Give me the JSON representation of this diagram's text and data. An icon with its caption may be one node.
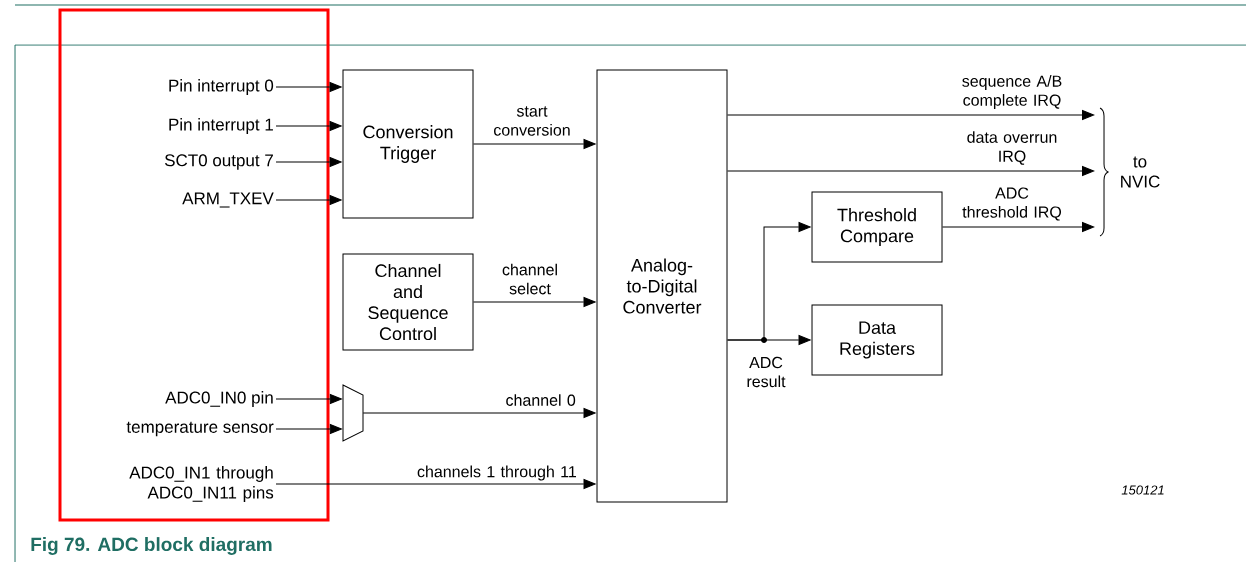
{
  "diagram": {
    "caption": "Fig 79. ADC block diagram",
    "nodes": [
      {
        "text": [
          "Pin interrupt 0"
        ]
      },
      {
        "text": [
          "Pin interrupt 1"
        ]
      },
      {
        "text": [
          "SCT0 output 7"
        ]
      },
      {
        "text": [
          "ARM_TXEV"
        ]
      },
      {
        "text": [
          "Conversion Trigger"
        ]
      },
      {
        "text": [
          "Channel and Sequence Control"
        ]
      },
      {
        "text": [
          "ADC0_IN0 pin"
        ]
      },
      {
        "text": [
          "temperature sensor"
        ]
      },
      {
        "text": [],
        "shape": "trapezoid"
      },
      {
        "text": [
          "ADC0_IN1 through ADC0_IN11 pins"
        ]
      },
      {
        "text": [
          "Analog-to-Digital Converter"
        ]
      },
      {
        "text": [
          "Threshold Compare"
        ]
      },
      {
        "text": [
          "Data Registers"
        ]
      }
    ],
    "edges": [
      {
        "from": 0,
        "to": 4,
        "arrow": "to"
      },
      {
        "from": 1,
        "to": 4,
        "arrow": "to"
      },
      {
        "from": 2,
        "to": 4,
        "arrow": "to"
      },
      {
        "from": 3,
        "to": 4,
        "arrow": "to"
      },
      {
        "from": 4,
        "to": 10,
        "arrow": "to",
        "label": "start conversion"
      },
      {
        "from": 5,
        "to": 10,
        "arrow": "to",
        "label": "channel select"
      },
      {
        "from": 6,
        "to": 8,
        "arrow": "to"
      },
      {
        "from": 7,
        "to": 8,
        "arrow": "to"
      },
      {
        "from": 8,
        "to": 10,
        "arrow": "to",
        "label": "channel 0"
      },
      {
        "from": 9,
        "to": 10,
        "arrow": "to",
        "label": "channels 1 through 11"
      },
      {
        "from": 10,
        "to": null,
        "arrow": "to",
        "label": "sequence A/B complete IRQ"
      },
      {
        "from": 10,
        "to": null,
        "arrow": "to",
        "label": "data overrun IRQ"
      },
      {
        "from": 10,
        "to": 11,
        "arrow": "to"
      },
      {
        "from": 10,
        "to": 12,
        "arrow": "to",
        "label": "ADC result"
      },
      {
        "from": 11,
        "to": null,
        "arrow": "to",
        "label": "ADC threshold IRQ"
      }
    ],
    "labels": [
      "to NVIC",
      "150121"
    ]
  }
}
